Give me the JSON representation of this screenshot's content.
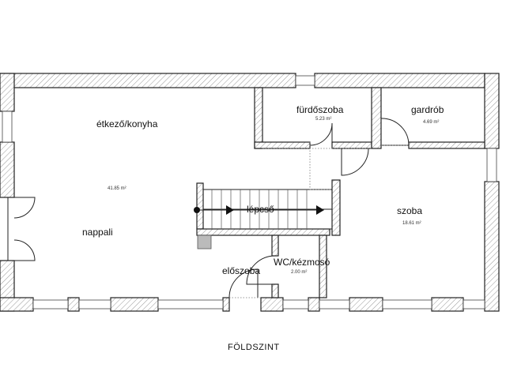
{
  "plan": {
    "caption": "FÖLDSZINT",
    "rooms": {
      "kitchen": {
        "label": "étkező/konyha",
        "area": "41.85 m²"
      },
      "living": {
        "label": "nappali"
      },
      "bathroom": {
        "label": "fürdőszoba",
        "area": "5.23 m²"
      },
      "wardrobe": {
        "label": "gardrób",
        "area": "4.69 m²"
      },
      "stairs": {
        "label": "lépcső"
      },
      "room": {
        "label": "szoba",
        "area": "18.61 m²"
      },
      "wc": {
        "label": "WC/kézmosó",
        "area": "2.00 m²"
      },
      "hall": {
        "label": "előszoba"
      }
    },
    "colors": {
      "wall_stroke": "#222222",
      "hatch": "#999999",
      "stair_block": "#bbbbbb"
    }
  }
}
